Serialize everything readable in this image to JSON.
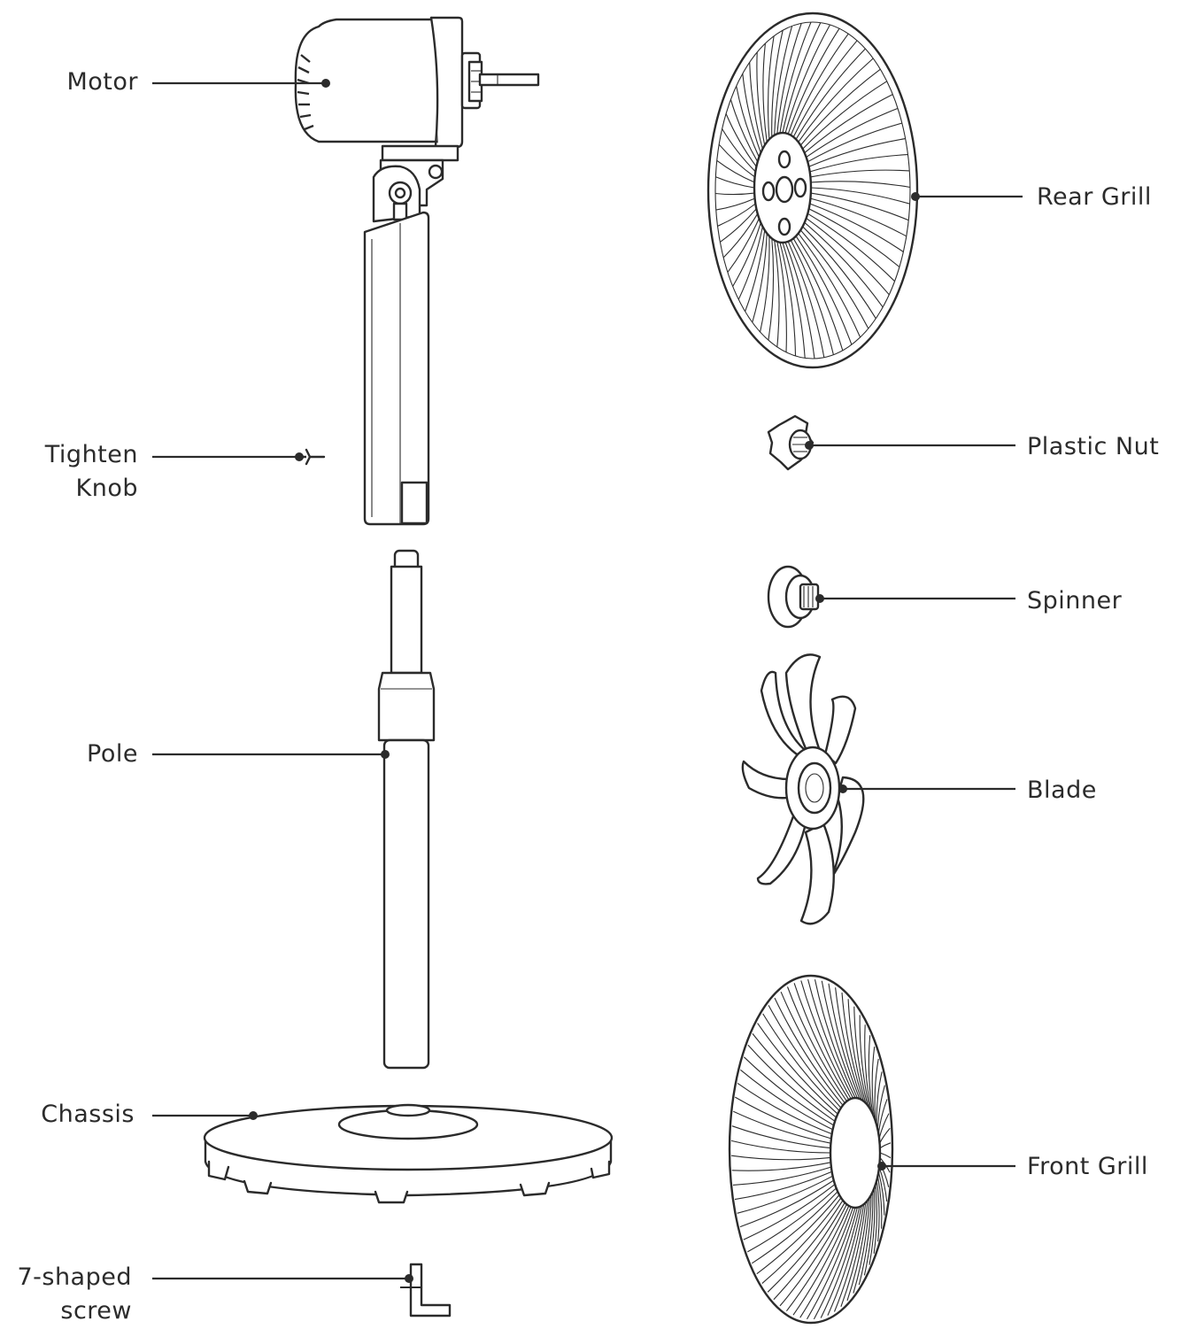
{
  "labels": {
    "motor": "Motor",
    "tighten_knob_line1": "Tighten",
    "tighten_knob_line2": "Knob",
    "pole": "Pole",
    "chassis": "Chassis",
    "screw_line1": "7-shaped",
    "screw_line2": "screw",
    "rear_grill": "Rear Grill",
    "plastic_nut": "Plastic Nut",
    "spinner": "Spinner",
    "blade": "Blade",
    "front_grill": "Front Grill"
  },
  "colors": {
    "line": "#2b2b2b",
    "background": "#ffffff"
  }
}
